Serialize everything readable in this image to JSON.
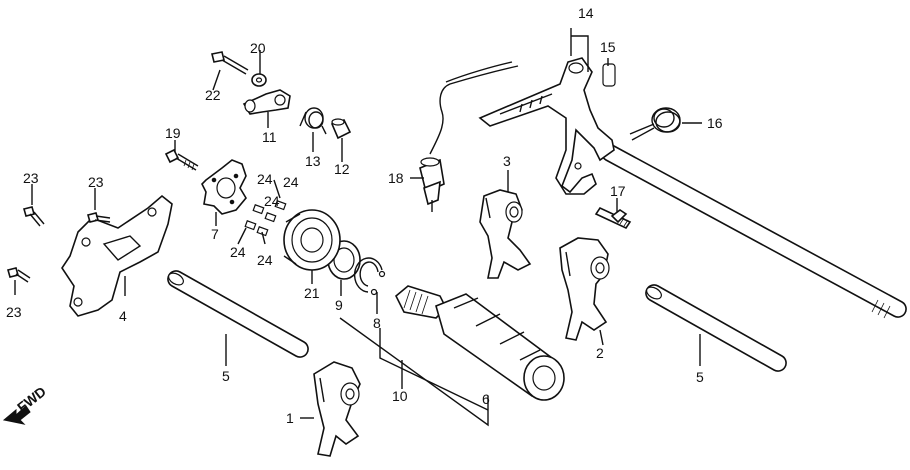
{
  "diagram": {
    "direction_label": "FWD",
    "callouts": [
      "1",
      "2",
      "3",
      "4",
      "5",
      "5",
      "6",
      "7",
      "8",
      "9",
      "10",
      "11",
      "12",
      "13",
      "14",
      "15",
      "16",
      "17",
      "18",
      "19",
      "20",
      "21",
      "22",
      "23",
      "23",
      "23",
      "24",
      "24",
      "24",
      "24",
      "24"
    ]
  }
}
